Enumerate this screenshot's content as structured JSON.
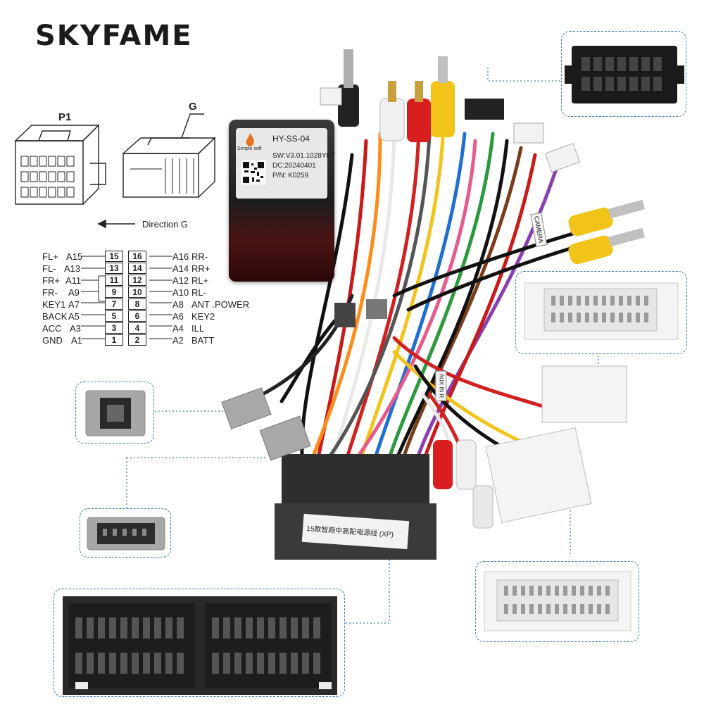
{
  "brand": "SKYFAME",
  "connector_p1_label": "P1",
  "connector_g_label": "G",
  "direction_label": "Direction G",
  "module": {
    "model": "HY-SS-04",
    "maker": "Simple soft",
    "sw": "SW:V3.01.1028YPT",
    "dc": "DC:20240401",
    "pn": "P/N: K0259"
  },
  "pinout": {
    "left": [
      {
        "name": "FL+",
        "pin": "A15",
        "num": "15"
      },
      {
        "name": "FL-",
        "pin": "A13",
        "num": "13"
      },
      {
        "name": "FR+",
        "pin": "A11",
        "num": "11"
      },
      {
        "name": "FR-",
        "pin": "A9",
        "num": "9"
      },
      {
        "name": "KEY1",
        "pin": "A7",
        "num": "7"
      },
      {
        "name": "BACK",
        "pin": "A5",
        "num": "5"
      },
      {
        "name": "ACC",
        "pin": "A3",
        "num": "3"
      },
      {
        "name": "GND",
        "pin": "A1",
        "num": "1"
      }
    ],
    "right": [
      {
        "name": "RR-",
        "pin": "A16",
        "num": "16"
      },
      {
        "name": "RR+",
        "pin": "A14",
        "num": "14"
      },
      {
        "name": "RL+",
        "pin": "A12",
        "num": "12"
      },
      {
        "name": "RL-",
        "pin": "A10",
        "num": "10"
      },
      {
        "name": "ANT .POWER",
        "pin": "A8",
        "num": "8"
      },
      {
        "name": "KEY2",
        "pin": "A6",
        "num": "6"
      },
      {
        "name": "ILL",
        "pin": "A4",
        "num": "4"
      },
      {
        "name": "BATT",
        "pin": "A2",
        "num": "2"
      }
    ]
  },
  "stickers": {
    "camera": "CAMERA",
    "aux": "AUX IN R",
    "main": "15款智跑中高配电源线 (XP)"
  },
  "colors": {
    "module_red": "#7a1616",
    "rca_yellow": "#f2c318",
    "rca_red": "#d81e1e",
    "rca_white": "#f0f0f0",
    "inset_border": "#3d7fbf"
  }
}
